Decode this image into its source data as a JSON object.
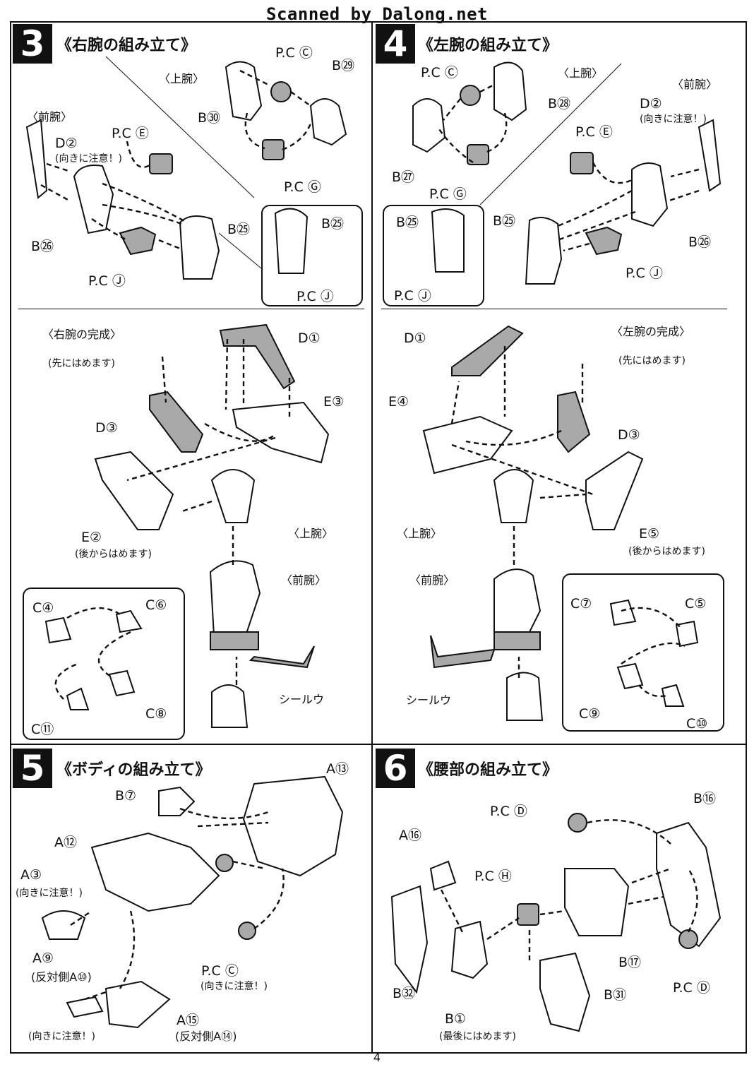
{
  "header": {
    "scan_credit": "Scanned by Dalong.net"
  },
  "page_number": "4",
  "steps": {
    "s3": {
      "num": "3",
      "title": "《右腕の組み立て》"
    },
    "s4": {
      "num": "4",
      "title": "《左腕の組み立て》"
    },
    "s5": {
      "num": "5",
      "title": "《ボディの組み立て》"
    },
    "s6": {
      "num": "6",
      "title": "《腰部の組み立て》"
    }
  },
  "s3_labels": {
    "pcC": "P.C Ⓒ",
    "b29": "B㉙",
    "upper_arm": "〈上腕〉",
    "b30": "B㉚",
    "forearm": "〈前腕〉",
    "pcE": "P.C Ⓔ",
    "d2": "D②",
    "d2_note": "(向きに注意！)",
    "pcG": "P.C Ⓖ",
    "b25": "B㉕",
    "b25_inset": "B㉕",
    "b26": "B㉖",
    "pcJ": "P.C Ⓙ",
    "pcJ_inset": "P.C Ⓙ"
  },
  "s3b_labels": {
    "complete": "〈右腕の完成〉",
    "d1": "D①",
    "first_note": "(先にはめます)",
    "e3": "E③",
    "d3": "D③",
    "e2": "E②",
    "after_note": "(後からはめます)",
    "upper_arm": "〈上腕〉",
    "forearm": "〈前腕〉",
    "c4": "C④",
    "c6": "C⑥",
    "c11": "C⑪",
    "c8": "C⑧",
    "seal": "シールウ"
  },
  "s4_labels": {
    "pcC": "P.C Ⓒ",
    "upper_arm": "〈上腕〉",
    "forearm": "〈前腕〉",
    "b28": "B㉘",
    "d2": "D②",
    "d2_note": "(向きに注意！)",
    "pcE": "P.C Ⓔ",
    "b27": "B㉗",
    "pcG": "P.C Ⓖ",
    "b25_inset": "B㉕",
    "b25": "B㉕",
    "b26": "B㉖",
    "pcJ": "P.C Ⓙ",
    "pcJ_inset": "P.C Ⓙ"
  },
  "s4b_labels": {
    "complete": "〈左腕の完成〉",
    "d1": "D①",
    "first_note": "(先にはめます)",
    "e4": "E④",
    "d3": "D③",
    "upper_arm": "〈上腕〉",
    "e5": "E⑤",
    "after_note": "(後からはめます)",
    "forearm": "〈前腕〉",
    "c7": "C⑦",
    "c5": "C⑤",
    "seal": "シールウ",
    "c9": "C⑨",
    "c10": "C⑩"
  },
  "s5_labels": {
    "a13": "A⑬",
    "b7": "B⑦",
    "a12": "A⑫",
    "a3": "A③",
    "a3_note": "(向きに注意！)",
    "a9": "A⑨",
    "a9_note": "(反対側A⑩)",
    "pcC": "P.C Ⓒ",
    "pcC_note": "(向きに注意！)",
    "bottom_note": "(向きに注意！)",
    "a15": "A⑮",
    "a15_note": "(反対側A⑭)"
  },
  "s6_labels": {
    "b16": "B⑯",
    "pcD_top": "P.C Ⓓ",
    "a16": "A⑯",
    "pcH": "P.C Ⓗ",
    "b17": "B⑰",
    "pcD_bottom": "P.C Ⓓ",
    "b32": "B㉜",
    "b31": "B㉛",
    "b1": "B①",
    "b1_note": "(最後にはめます)"
  }
}
